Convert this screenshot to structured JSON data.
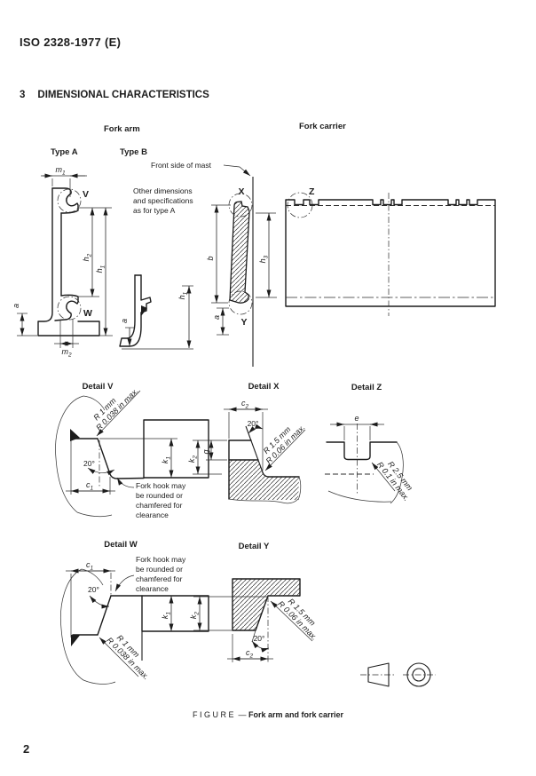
{
  "colors": {
    "ink": "#1c1c1c",
    "paper": "#ffffff"
  },
  "page": {
    "doc_ref": "ISO 2328-1977 (E)",
    "section_number": "3",
    "section_title": "DIMENSIONAL CHARACTERISTICS",
    "figure_caption_label": "FIGURE",
    "figure_caption_sep": "—",
    "figure_caption_title": "Fork arm and fork carrier",
    "page_number": "2"
  },
  "labels": {
    "fork_arm": "Fork arm",
    "fork_carrier": "Fork carrier",
    "type_a": "Type A",
    "type_b": "Type B",
    "front_side_of_mast": "Front side of mast",
    "type_b_note": [
      "Other dimensions",
      "and specifications",
      "as for type A"
    ],
    "hooks": {
      "v": "V",
      "w": "W",
      "x": "X",
      "y": "Y",
      "z": "Z"
    }
  },
  "dims": {
    "m1": {
      "b": "m",
      "s": "1"
    },
    "m2": {
      "b": "m",
      "s": "2"
    },
    "h1": {
      "b": "h",
      "s": "1"
    },
    "h2": {
      "b": "h",
      "s": "2"
    },
    "h3": {
      "b": "h",
      "s": "3"
    },
    "c1": {
      "b": "c",
      "s": "1"
    },
    "c2": {
      "b": "c",
      "s": "2"
    },
    "k1": {
      "b": "k",
      "s": "1"
    },
    "k2": {
      "b": "k",
      "s": "2"
    },
    "a": "a",
    "b": "b",
    "e": "e",
    "q": "q"
  },
  "details": {
    "v": {
      "title": "Detail V",
      "r1": "R 1 mm",
      "r2": "R 0.038 in max.",
      "angle": "20°",
      "note": [
        "Fork hook may",
        "be rounded or",
        "chamfered for",
        "clearance"
      ]
    },
    "w": {
      "title": "Detail W",
      "r1": "R 1 mm",
      "r2": "R 0.038 in max.",
      "angle": "20°",
      "note": [
        "Fork hook may",
        "be rounded or",
        "chamfered for",
        "clearance"
      ]
    },
    "x": {
      "title": "Detail X",
      "r1": "R 1.5 mm",
      "r2": "R 0.06 in max.",
      "angle": "20°"
    },
    "y": {
      "title": "Detail Y",
      "r1": "R 1.5 mm",
      "r2": "R 0.06 in max.",
      "angle": "20°"
    },
    "z": {
      "title": "Detail Z",
      "r1": "R 2.5 mm",
      "r2": "R 0.1 in max."
    }
  }
}
